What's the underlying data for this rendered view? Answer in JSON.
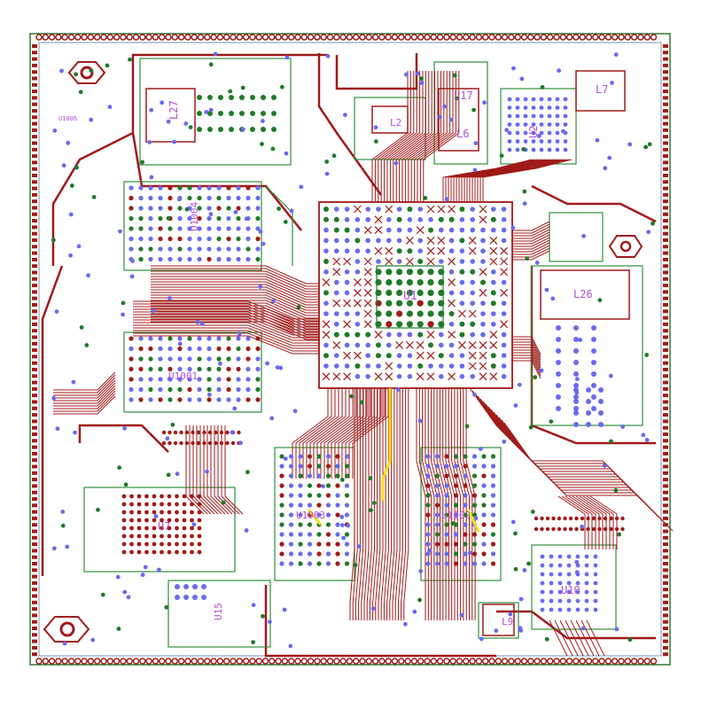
{
  "colors": {
    "trace": "#a01a1a",
    "trace_light": "#c23a3a",
    "outline": "#2f8f3a",
    "via": "#6a6aee",
    "pad": "#1f7a2a",
    "label": "#b44fd6",
    "highlight": "#f2e416",
    "board_edge": "#2a7a30"
  },
  "component_labels": {
    "main": "U1",
    "u2": "U2",
    "u7": "U7",
    "u10": "U10",
    "u15": "U15",
    "l6": "L6",
    "l7": "L7",
    "l17": "L17",
    "l26": "L26",
    "l27": "L27",
    "l9": "L9",
    "u1004": "U1004",
    "u1001": "U1001",
    "u1003": "U1003",
    "u1002": "U1002",
    "u1006": "U1006",
    "small_l": "L2"
  }
}
